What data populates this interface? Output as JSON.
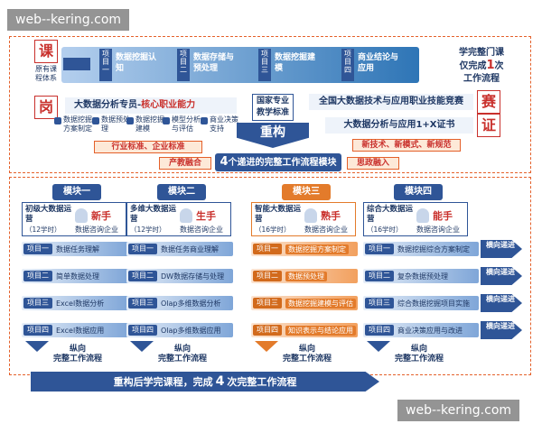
{
  "watermark_top": "web--kering.com",
  "watermark_bottom": "web--kering.com",
  "colors": {
    "blue": "#2f5597",
    "orange": "#e37b2b",
    "red": "#c9302c"
  },
  "top": {
    "course_tag": "课",
    "existing_system": "原有课程体系",
    "flow_items": [
      {
        "project": "项目一",
        "label": "数据挖掘认知"
      },
      {
        "project": "项目二",
        "label": "数据存储与预处理"
      },
      {
        "project": "项目三",
        "label": "数据挖掘建模"
      },
      {
        "project": "项目四",
        "label": "商业结论与应用"
      }
    ],
    "result_line1": "学完整门课",
    "result_line2_pre": "仅完成",
    "result_num": "1",
    "result_line2_post": "次",
    "result_line3": "工作流程"
  },
  "job": {
    "tag": "岗",
    "title_pre": "大数据分析专员-",
    "title_core": "核心职业能力",
    "skills": [
      {
        "label": "数据挖掘方案制定"
      },
      {
        "label": "数据预处理"
      },
      {
        "label": "数据挖掘建模"
      },
      {
        "label": "模型分析与评估"
      },
      {
        "label": "商业决策支持"
      }
    ],
    "standards": "行业标准、企业标准"
  },
  "center": {
    "national_std": "国家专业教学标准",
    "rebuild": "重构"
  },
  "competition": {
    "text": "全国大数据技术与应用职业技能竞赛",
    "tag": "赛"
  },
  "certificate": {
    "text": "大数据分析与应用1+X证书",
    "tag": "证",
    "new_items": "新技术、新模式、新规范"
  },
  "banner": {
    "left": "产教融合",
    "title_num": "4",
    "title_text": "个递进的完整工作流程模块",
    "right": "思政融入"
  },
  "modules": [
    {
      "name": "模块一",
      "title": "初级大数据运营",
      "hours": "（12学时）",
      "level": "新手",
      "company": "数据咨询企业",
      "orange": false,
      "tasks": [
        "数据任务理解",
        "简单数据处理",
        "Excel数据分析",
        "Excel数据应用"
      ]
    },
    {
      "name": "模块二",
      "title": "多维大数据运营",
      "hours": "（12学时）",
      "level": "生手",
      "company": "数据咨询企业",
      "orange": false,
      "tasks": [
        "数据任务商业理解",
        "DW数据存储与处理",
        "Olap多维数据分析",
        "Olap多维数据应用"
      ]
    },
    {
      "name": "模块三",
      "title": "智能大数据运营",
      "hours": "（16学时）",
      "level": "熟手",
      "company": "数据咨询企业",
      "orange": true,
      "tasks": [
        "数据挖掘方案制定",
        "数据预处理",
        "数据挖掘建模与评估",
        "知识表示与结论应用"
      ]
    },
    {
      "name": "模块四",
      "title": "综合大数据运营",
      "hours": "（16学时）",
      "level": "能手",
      "company": "数据咨询企业",
      "orange": false,
      "tasks": [
        "数据挖掘综合方案制定",
        "复杂数据预处理",
        "综合数据挖掘项目实施",
        "商业决策应用与改进"
      ]
    }
  ],
  "projects": [
    "项目一",
    "项目二",
    "项目三",
    "项目四"
  ],
  "horizontal_label": "横向递进",
  "vertical_label_1": "纵向",
  "vertical_label_2": "完整工作流程",
  "bottom": {
    "pre": "重构后学完课程，完成",
    "num": "4",
    "post": "次完整工作流程"
  }
}
